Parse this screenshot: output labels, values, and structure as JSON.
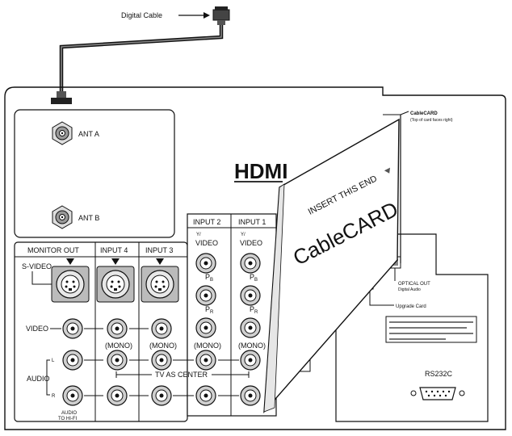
{
  "cable": {
    "label": "Digital Cable"
  },
  "antenna": {
    "a_label": "ANT A",
    "b_label": "ANT B"
  },
  "headers": {
    "monitor_out": "MONITOR OUT",
    "input4": "INPUT 4",
    "input3": "INPUT 3",
    "input2": "INPUT 2",
    "input1": "INPUT 1"
  },
  "labels": {
    "svideo": "S-VIDEO",
    "video": "VIDEO",
    "audio": "AUDIO",
    "left": "L",
    "right": "R",
    "audio_hifi_1": "AUDIO",
    "audio_hifi_2": "TO HI-FI",
    "mono": "(MONO)",
    "tv_center": "TV AS CENTER",
    "y_slash": "Y/",
    "pb": "PB",
    "pr": "PR",
    "pb_sub": "B",
    "pr_sub": "R",
    "p": "P"
  },
  "hdmi": {
    "logo_text": "HDMI"
  },
  "cablecard": {
    "insert_text": "INSERT THIS END",
    "name": "CableCARD",
    "callout_title": "CableCARD",
    "callout_sub": "(Top of card faces right)"
  },
  "right_panel": {
    "optical_1": "OPTICAL OUT",
    "optical_2": "Digital Audio",
    "upgrade": "Upgrade Card",
    "notice": "Notice text block (illegible in source)",
    "rs232": "RS232C"
  },
  "colors": {
    "line": "#111111",
    "panel_fill": "#ffffff",
    "jack_fill": "#cfcfcf"
  }
}
